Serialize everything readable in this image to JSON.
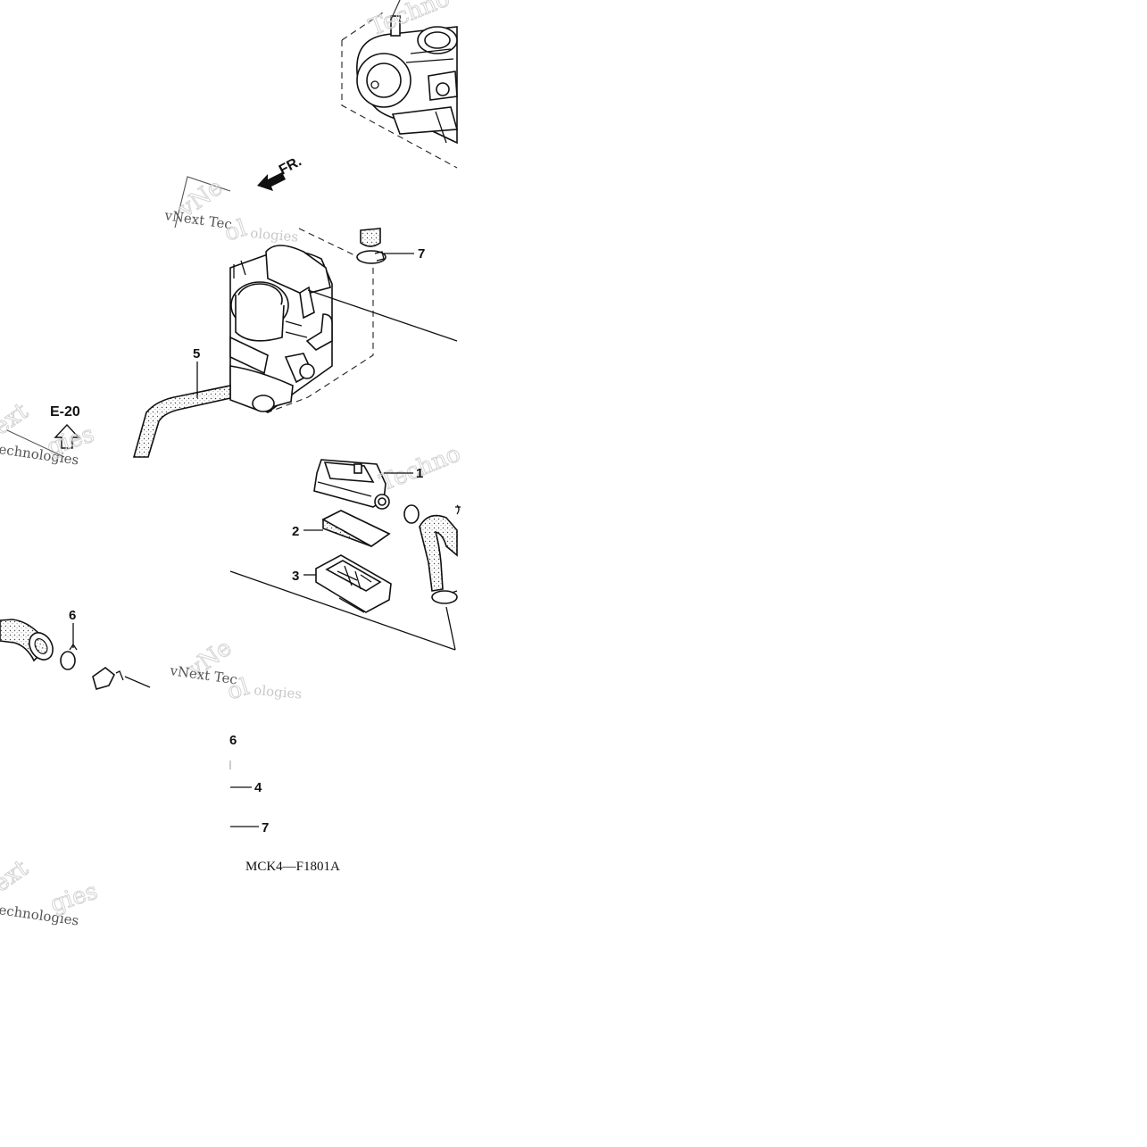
{
  "diagram": {
    "drawing_code": "MCK4—F1801A",
    "reference": {
      "label": "E-20"
    },
    "direction": {
      "label": "FR."
    },
    "callouts": [
      {
        "id": "1",
        "label": "1"
      },
      {
        "id": "2",
        "label": "2"
      },
      {
        "id": "3",
        "label": "3"
      },
      {
        "id": "4",
        "label": "4"
      },
      {
        "id": "5",
        "label": "5"
      },
      {
        "id": "6a",
        "label": "6"
      },
      {
        "id": "6b",
        "label": "6"
      },
      {
        "id": "7a",
        "label": "7"
      },
      {
        "id": "7b",
        "label": "7"
      }
    ]
  },
  "watermarks": [
    {
      "line1": "vNext Tec",
      "line2": "ologies"
    },
    {
      "line1": "vNext Tec",
      "line2": "ologies"
    }
  ],
  "watermark_fragments": {
    "techno": "Techno",
    "technolog": "echnologies",
    "next": "ext"
  }
}
